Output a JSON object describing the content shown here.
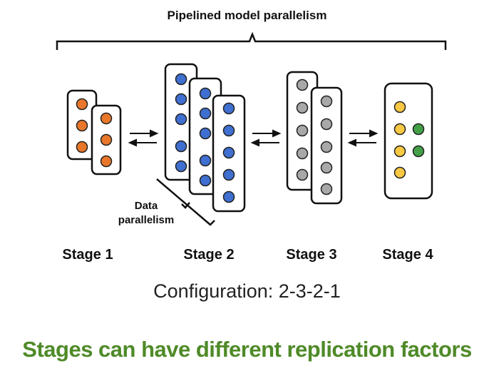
{
  "title": "Pipelined model parallelism",
  "data_parallelism_label": [
    "Data",
    "parallelism"
  ],
  "stages": [
    {
      "label": "Stage 1",
      "replicas": 2,
      "units": 3,
      "color": "#e9772b"
    },
    {
      "label": "Stage 2",
      "replicas": 3,
      "units": 5,
      "color": "#3f6fd0"
    },
    {
      "label": "Stage 3",
      "replicas": 2,
      "units": 5,
      "color": "#a8a8a8"
    },
    {
      "label": "Stage 4",
      "replicas": 1,
      "units": 4,
      "color": "#f7c843",
      "second_color": "#43a047"
    }
  ],
  "configuration": "Configuration: 2-3-2-1",
  "headline": "Stages can have different replication factors",
  "colors": {
    "headline": "#4f8a28",
    "stroke": "#111111"
  }
}
